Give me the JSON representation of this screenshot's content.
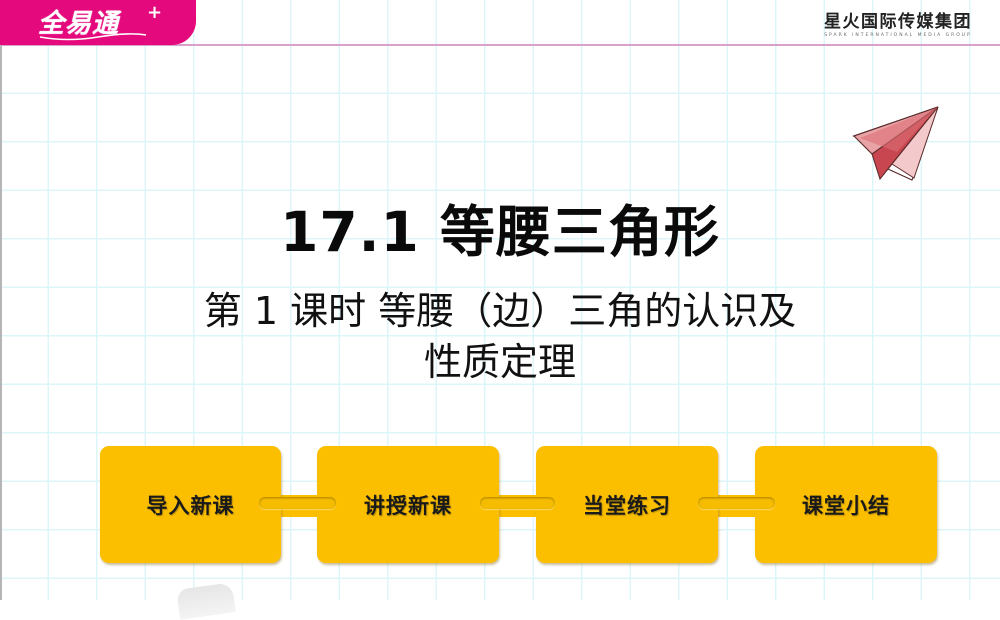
{
  "header": {
    "logo_text": "全易通",
    "logo_plus": "+",
    "brand_cn": "星火国际传媒集团",
    "brand_en": "SPARK INTERNATIONAL MEDIA GROUP"
  },
  "slide": {
    "title": "17.1  等腰三角形",
    "subtitle_line1": "第 1 课时  等腰（边）三角的认识及",
    "subtitle_line2": "性质定理"
  },
  "nav": {
    "items": [
      {
        "label": "导入新课"
      },
      {
        "label": "讲授新课"
      },
      {
        "label": "当堂练习"
      },
      {
        "label": "课堂小结"
      }
    ]
  },
  "icons": {
    "decoration": "paper-plane-icon"
  },
  "colors": {
    "brand_pink": "#e4097c",
    "card_yellow": "#fbbf00",
    "grid_line": "#dcf5f8",
    "plane_red": "#c8464f"
  }
}
